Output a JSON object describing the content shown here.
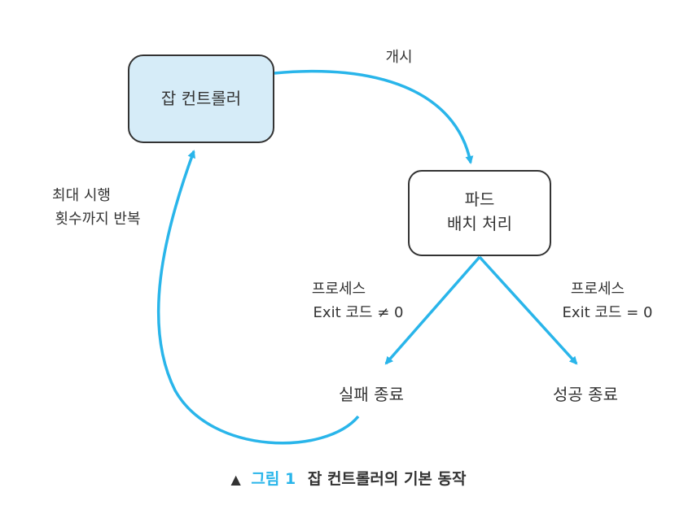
{
  "diagram": {
    "nodes": {
      "job_controller": {
        "label": "잡 컨트롤러",
        "fill": "#d6ecf8"
      },
      "pod_batch": {
        "line1": "파드",
        "line2": "배치 처리",
        "fill": "#ffffff"
      },
      "fail_end": {
        "label": "실패 종료"
      },
      "success_end": {
        "label": "성공 종료"
      }
    },
    "edges": {
      "start": {
        "label": "개시"
      },
      "to_fail": {
        "line1": "프로세스",
        "line2": "Exit 코드 ≠ 0"
      },
      "to_success": {
        "line1": "프로세스",
        "line2": "Exit 코드 = 0"
      },
      "retry": {
        "line1": "최대 시행",
        "line2": "횟수까지 반복"
      }
    },
    "arrow_color": "#29b5ea",
    "box_border_color": "#333333"
  },
  "caption": {
    "marker": "▲",
    "figure_label": "그림 1",
    "title": "잡 컨트롤러의 기본 동작",
    "accent_color": "#29b5ea",
    "text_color": "#333333"
  }
}
